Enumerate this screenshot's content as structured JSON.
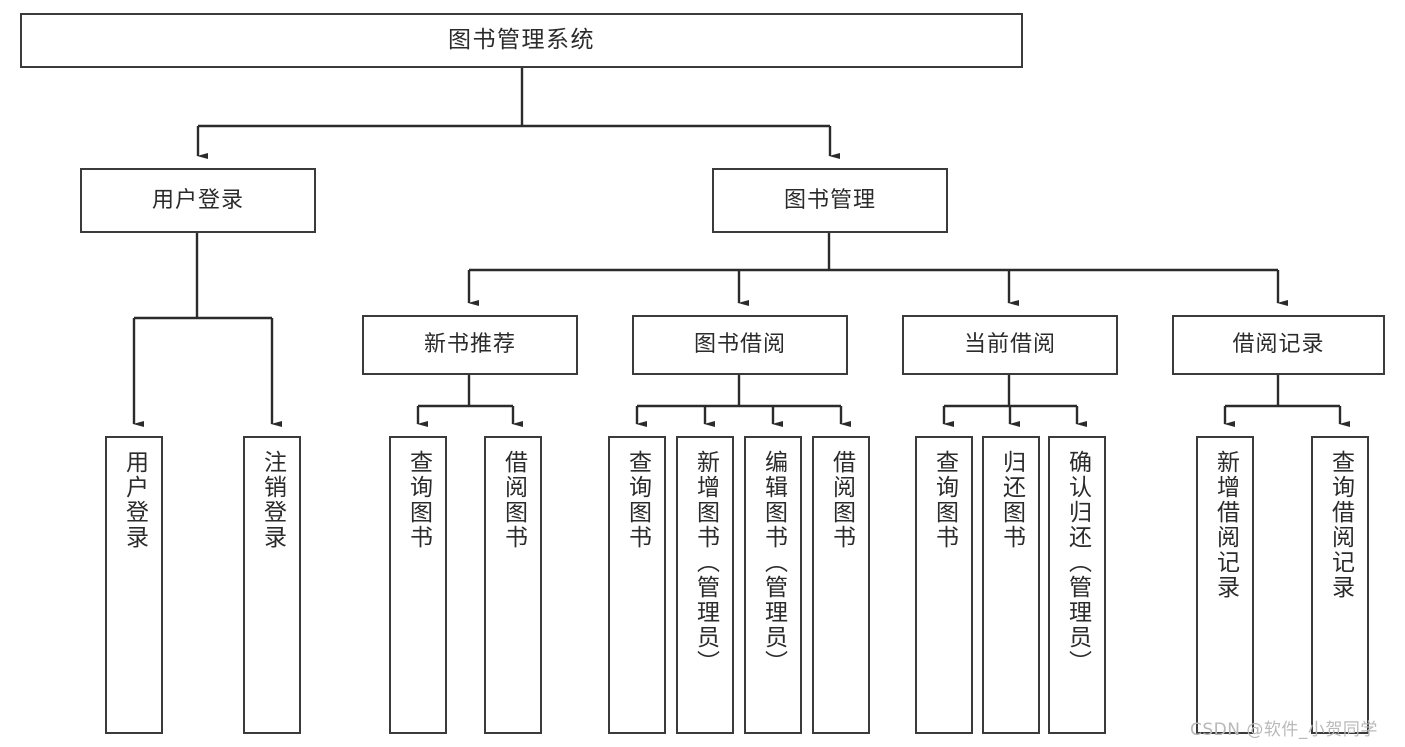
{
  "diagram": {
    "type": "tree",
    "title": "图书管理系统",
    "orientation": "top-down",
    "colors": {
      "box_border": "#3b3b3b",
      "box_fill": "#ffffff",
      "connector": "#2b2b2b",
      "text": "#2b2b2b",
      "watermark": "#b9b9b9",
      "background": "#ffffff"
    }
  },
  "root": {
    "label": "图书管理系统"
  },
  "level2": [
    {
      "label": "用户登录"
    },
    {
      "label": "图书管理"
    }
  ],
  "level3": [
    {
      "label": "新书推荐"
    },
    {
      "label": "图书借阅"
    },
    {
      "label": "当前借阅"
    },
    {
      "label": "借阅记录"
    }
  ],
  "leaves": {
    "user_login": [
      {
        "label": "用户登录"
      },
      {
        "label": "注销登录"
      }
    ],
    "new_book": [
      {
        "label": "查询图书"
      },
      {
        "label": "借阅图书"
      }
    ],
    "book_borrow": [
      {
        "label": "查询图书"
      },
      {
        "label": "新增图书（管理员）"
      },
      {
        "label": "编辑图书（管理员）"
      },
      {
        "label": "借阅图书"
      }
    ],
    "current_borrow": [
      {
        "label": "查询图书"
      },
      {
        "label": "归还图书"
      },
      {
        "label": "确认归还（管理员）"
      }
    ],
    "borrow_record": [
      {
        "label": "新增借阅记录"
      },
      {
        "label": "查询借阅记录"
      }
    ]
  },
  "watermark": {
    "text": "CSDN @软件_小贺同学"
  }
}
